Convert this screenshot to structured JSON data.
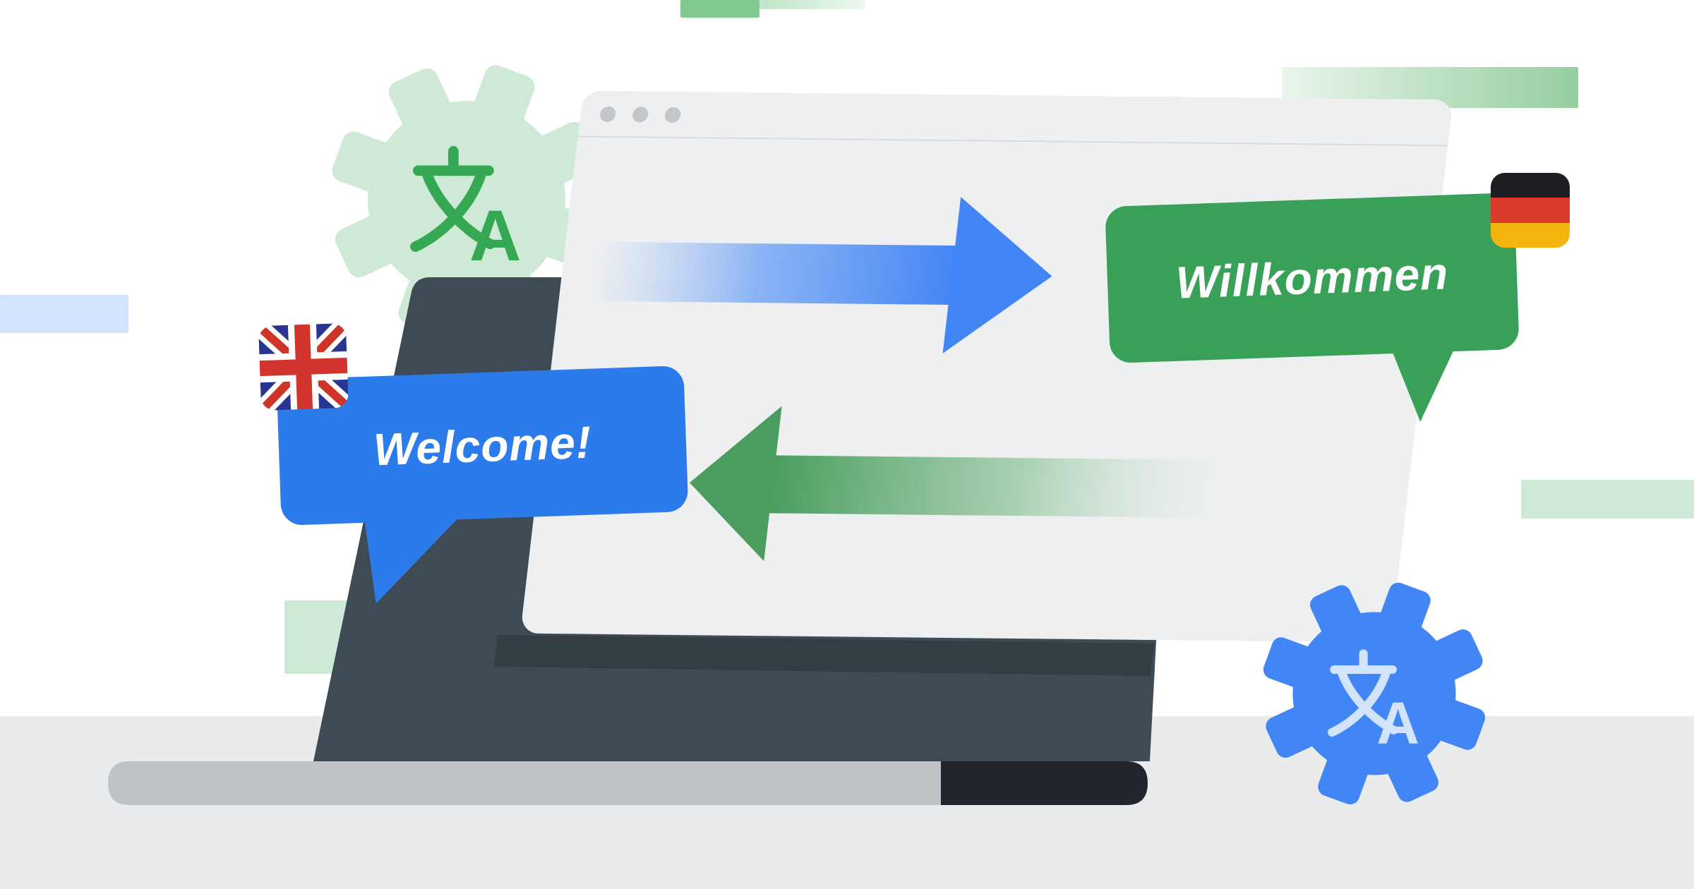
{
  "bubbles": {
    "german": {
      "label": "Willkommen"
    },
    "english": {
      "label": "Welcome!"
    }
  },
  "icons": {
    "german_flag": "german-flag-icon",
    "uk_flag": "uk-flag-icon",
    "translate_gear_green": "translate-gear-icon-green",
    "translate_gear_blue": "translate-gear-icon-blue",
    "window_dots": "window-control-dots",
    "arrow_right": "blue-arrow-right-icon",
    "arrow_left": "green-arrow-left-icon"
  },
  "colors": {
    "arrow_blue": "#4285f4",
    "arrow_green": "#4a9d5f",
    "bubble_green": "#38a157",
    "bubble_blue": "#2b7cea",
    "gear_light_green": "#ceead6",
    "gear_blue": "#4285f4",
    "stripe_light_blue": "#d2e3fc",
    "stripe_light_green": "#ceead6",
    "laptop_body": "#3f4b54",
    "laptop_base_light": "#bfc3c7",
    "laptop_base_dark": "#20262b",
    "browser_background": "#edeff1",
    "floor": "#e9ebec",
    "flag_black": "#1c1e21",
    "flag_red": "#d93a2b",
    "flag_gold": "#f6b40e"
  }
}
